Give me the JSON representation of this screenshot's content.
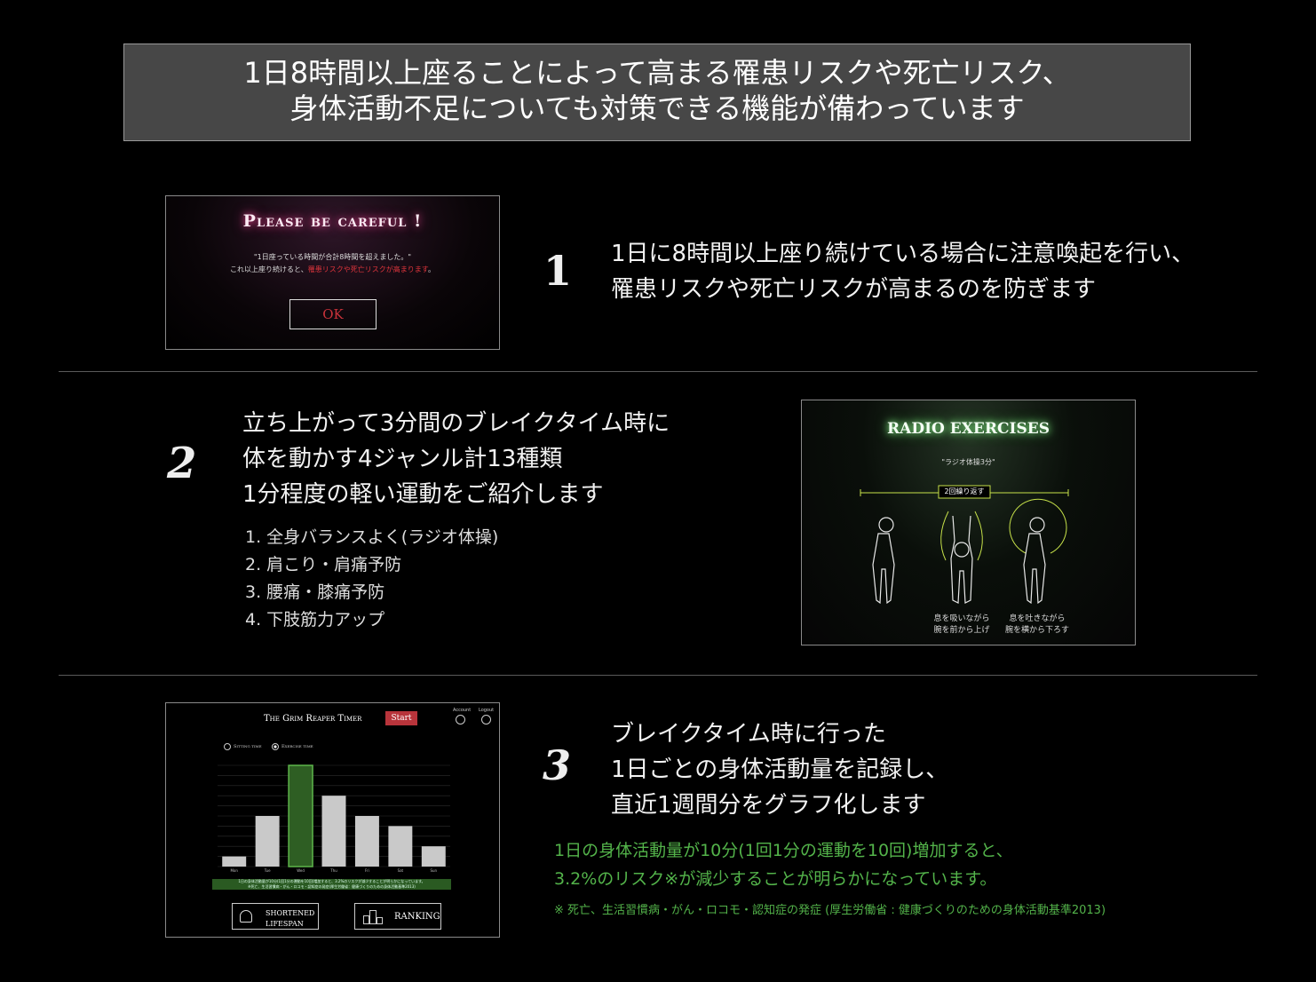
{
  "banner": {
    "line1": "1日8時間以上座ることによって高まる罹患リスクや死亡リスク、",
    "line2": "身体活動不足についても対策できる機能が備わっています"
  },
  "section1": {
    "number": "1",
    "text_line1": "1日に8時間以上座り続けている場合に注意喚起を行い、",
    "text_line2": "罹患リスクや死亡リスクが高まるのを防ぎます",
    "panel": {
      "title": "Please be careful !",
      "msg1": "\"1日座っている時間が合計8時間を超えました。\"",
      "msg2_prefix": "これ以上座り続けると、",
      "msg2_red": "罹患リスクや死亡リスクが高まります",
      "msg2_suffix": "。",
      "ok_label": "OK"
    }
  },
  "section2": {
    "number": "2",
    "text_line1": "立ち上がって3分間のブレイクタイム時に",
    "text_line2": "体を動かす4ジャンル計13種類",
    "text_line3": "1分程度の軽い運動をご紹介します",
    "list": [
      "1. 全身バランスよく(ラジオ体操)",
      "2. 肩こり・肩痛予防",
      "3. 腰痛・膝痛予防",
      "4. 下肢筋力アップ"
    ],
    "panel": {
      "title": "RADIO EXERCISES",
      "subtitle": "\"ラジオ体操3分\"",
      "repeat_label": "2回繰り返す",
      "caption1_l1": "息を吸いながら",
      "caption1_l2": "腕を前から上げ",
      "caption2_l1": "息を吐きながら",
      "caption2_l2": "腕を横から下ろす"
    }
  },
  "section3": {
    "number": "3",
    "text_line1": "ブレイクタイム時に行った",
    "text_line2": "1日ごとの身体活動量を記録し、",
    "text_line3": "直近1週間分をグラフ化します",
    "green_line1": "1日の身体活動量が10分(1回1分の運動を10回)増加すると、",
    "green_line2": "3.2%のリスク※が減少することが明らかになっています。",
    "footnote": "※ 死亡、生活習慣病・がん・ロコモ・認知症の発症 (厚生労働省 : 健康づくりのための身体活動基準2013)",
    "panel": {
      "app_title": "The Grim Reaper Timer",
      "start_label": "Start",
      "account_label": "Account",
      "logout_label": "Logout",
      "radio_sitting": "Sitting time",
      "radio_exercise": "Exercise time",
      "note_line1": "1日の身体活動量が10分(1回1分の運動を10回)増加すると、3.2%のリスクが減少することが明らかになっています。",
      "note_line2": "※死亡、生活習慣病・がん・ロコモ・認知症の発症(厚生労働省：健康づくりのための身体活動基準2013)",
      "btn_lifespan_l1": "SHORTENED",
      "btn_lifespan_l2": "LIFESPAN",
      "btn_ranking": "RANKING"
    },
    "chart_data": {
      "type": "bar",
      "categories": [
        "Mon",
        "Tue",
        "Wed",
        "Thu",
        "Fri",
        "Sat",
        "Sun"
      ],
      "values": [
        1,
        5,
        10,
        7,
        5,
        4,
        2
      ],
      "ylim": [
        0,
        10
      ],
      "highlight_index": 2,
      "colors": {
        "bar": "#c9c9c9",
        "highlight": "#2e5e23",
        "highlight_border": "#5db64b",
        "footer_band": "#2a5a22"
      }
    }
  }
}
